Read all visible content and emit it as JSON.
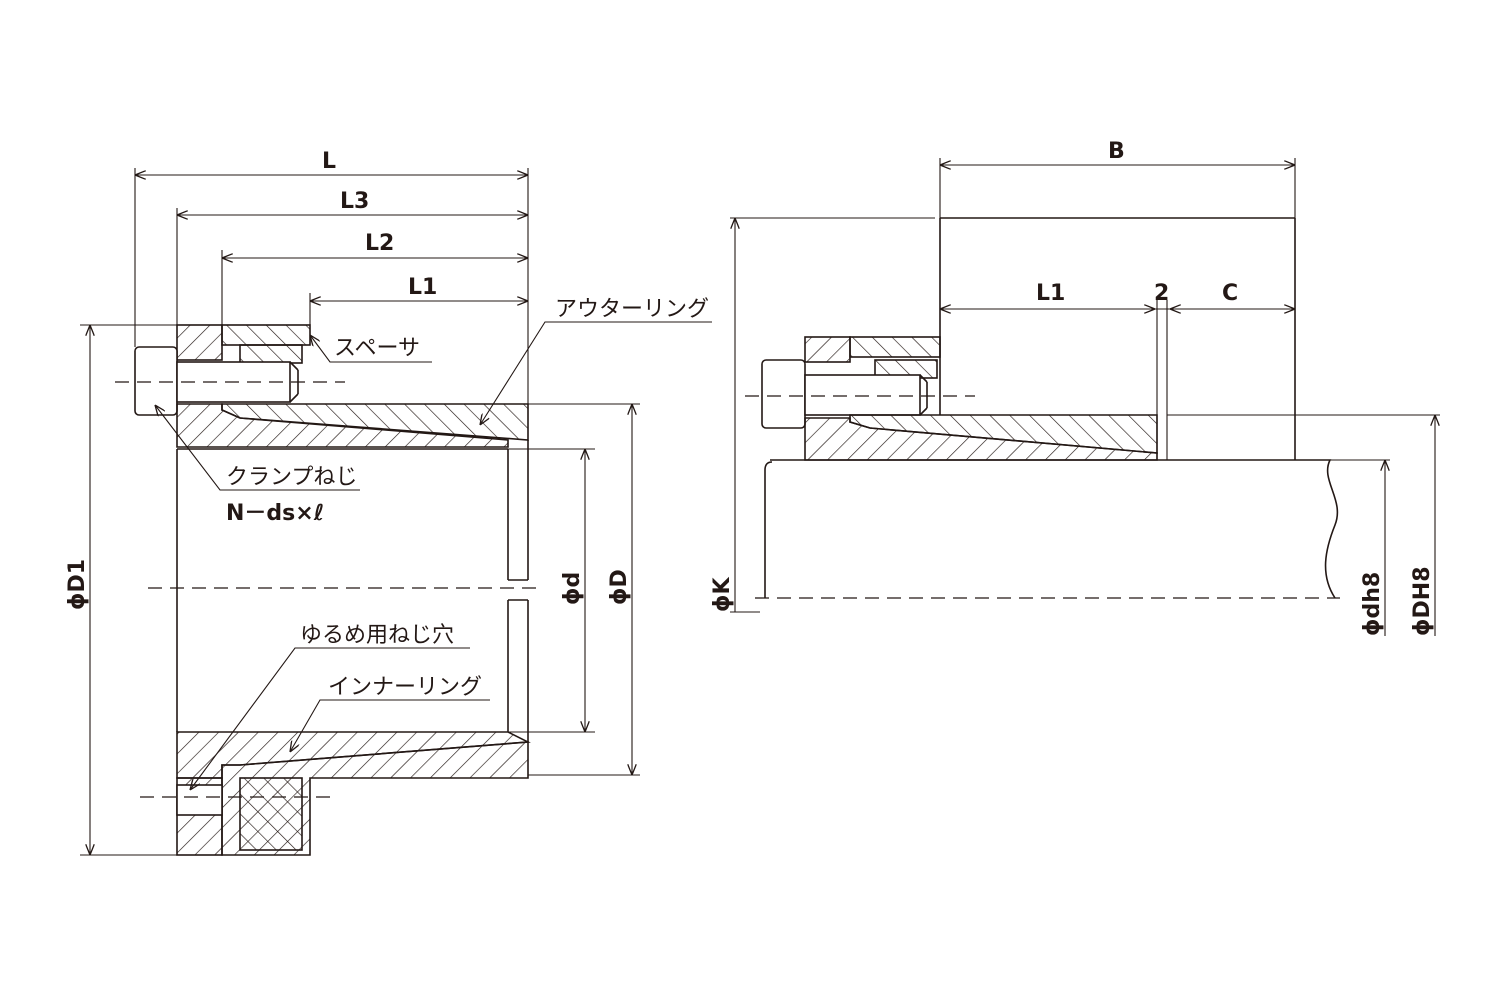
{
  "left_view": {
    "dimensions": {
      "L": "L",
      "L3": "L3",
      "L2": "L2",
      "L1": "L1",
      "D1": "ϕD1",
      "d": "ϕd",
      "D": "ϕD"
    },
    "labels": {
      "spacer": "スペーサ",
      "outer_ring": "アウターリング",
      "clamp_screw": "クランプねじ",
      "clamp_screw_spec": "N－ds×ℓ",
      "release_hole": "ゆるめ用ねじ穴",
      "inner_ring": "インナーリング"
    }
  },
  "right_view": {
    "dimensions": {
      "B": "B",
      "L1": "L1",
      "gap": "2",
      "C": "C",
      "K": "ϕK",
      "dh8": "ϕdh8",
      "DH8": "ϕDH8"
    }
  }
}
